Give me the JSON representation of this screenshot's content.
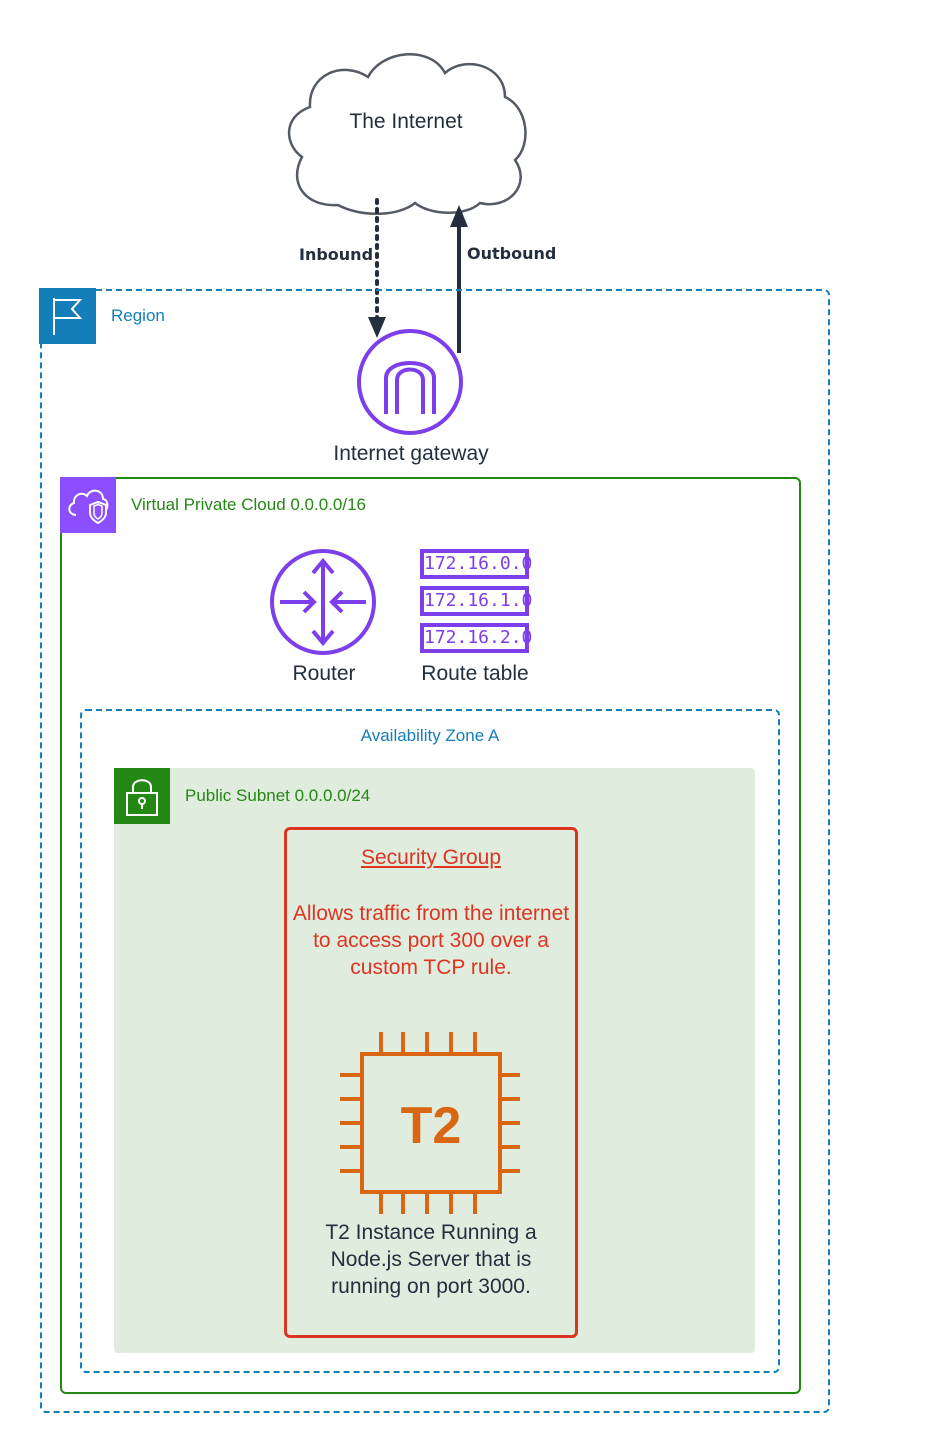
{
  "internet": {
    "label": "The Internet"
  },
  "arrows": {
    "inbound": "Inbound",
    "outbound": "Outbound"
  },
  "region": {
    "label": "Region"
  },
  "internet_gateway": {
    "label": "Internet gateway"
  },
  "vpc": {
    "label": "Virtual Private Cloud 0.0.0.0/16"
  },
  "router": {
    "label": "Router"
  },
  "route_table": {
    "label": "Route table",
    "entries": [
      "172.16.0.0",
      "172.16.1.0",
      "172.16.2.0"
    ]
  },
  "availability_zone": {
    "label": "Availability Zone A"
  },
  "subnet": {
    "label": "Public Subnet 0.0.0.0/24"
  },
  "security_group": {
    "title": "Security Group",
    "description": "Allows traffic from the internet to access port 300 over a custom TCP rule."
  },
  "instance": {
    "chip_label": "T2",
    "description": "T2 Instance Running a Node.js Server that is running on port 3000."
  },
  "colors": {
    "region_blue": "#147eba",
    "vpc_green": "#248814",
    "aws_purple": "#7d3eeb",
    "security_red": "#dd3522",
    "ec2_orange": "#d86613",
    "subnet_fill": "#e0ecde"
  }
}
